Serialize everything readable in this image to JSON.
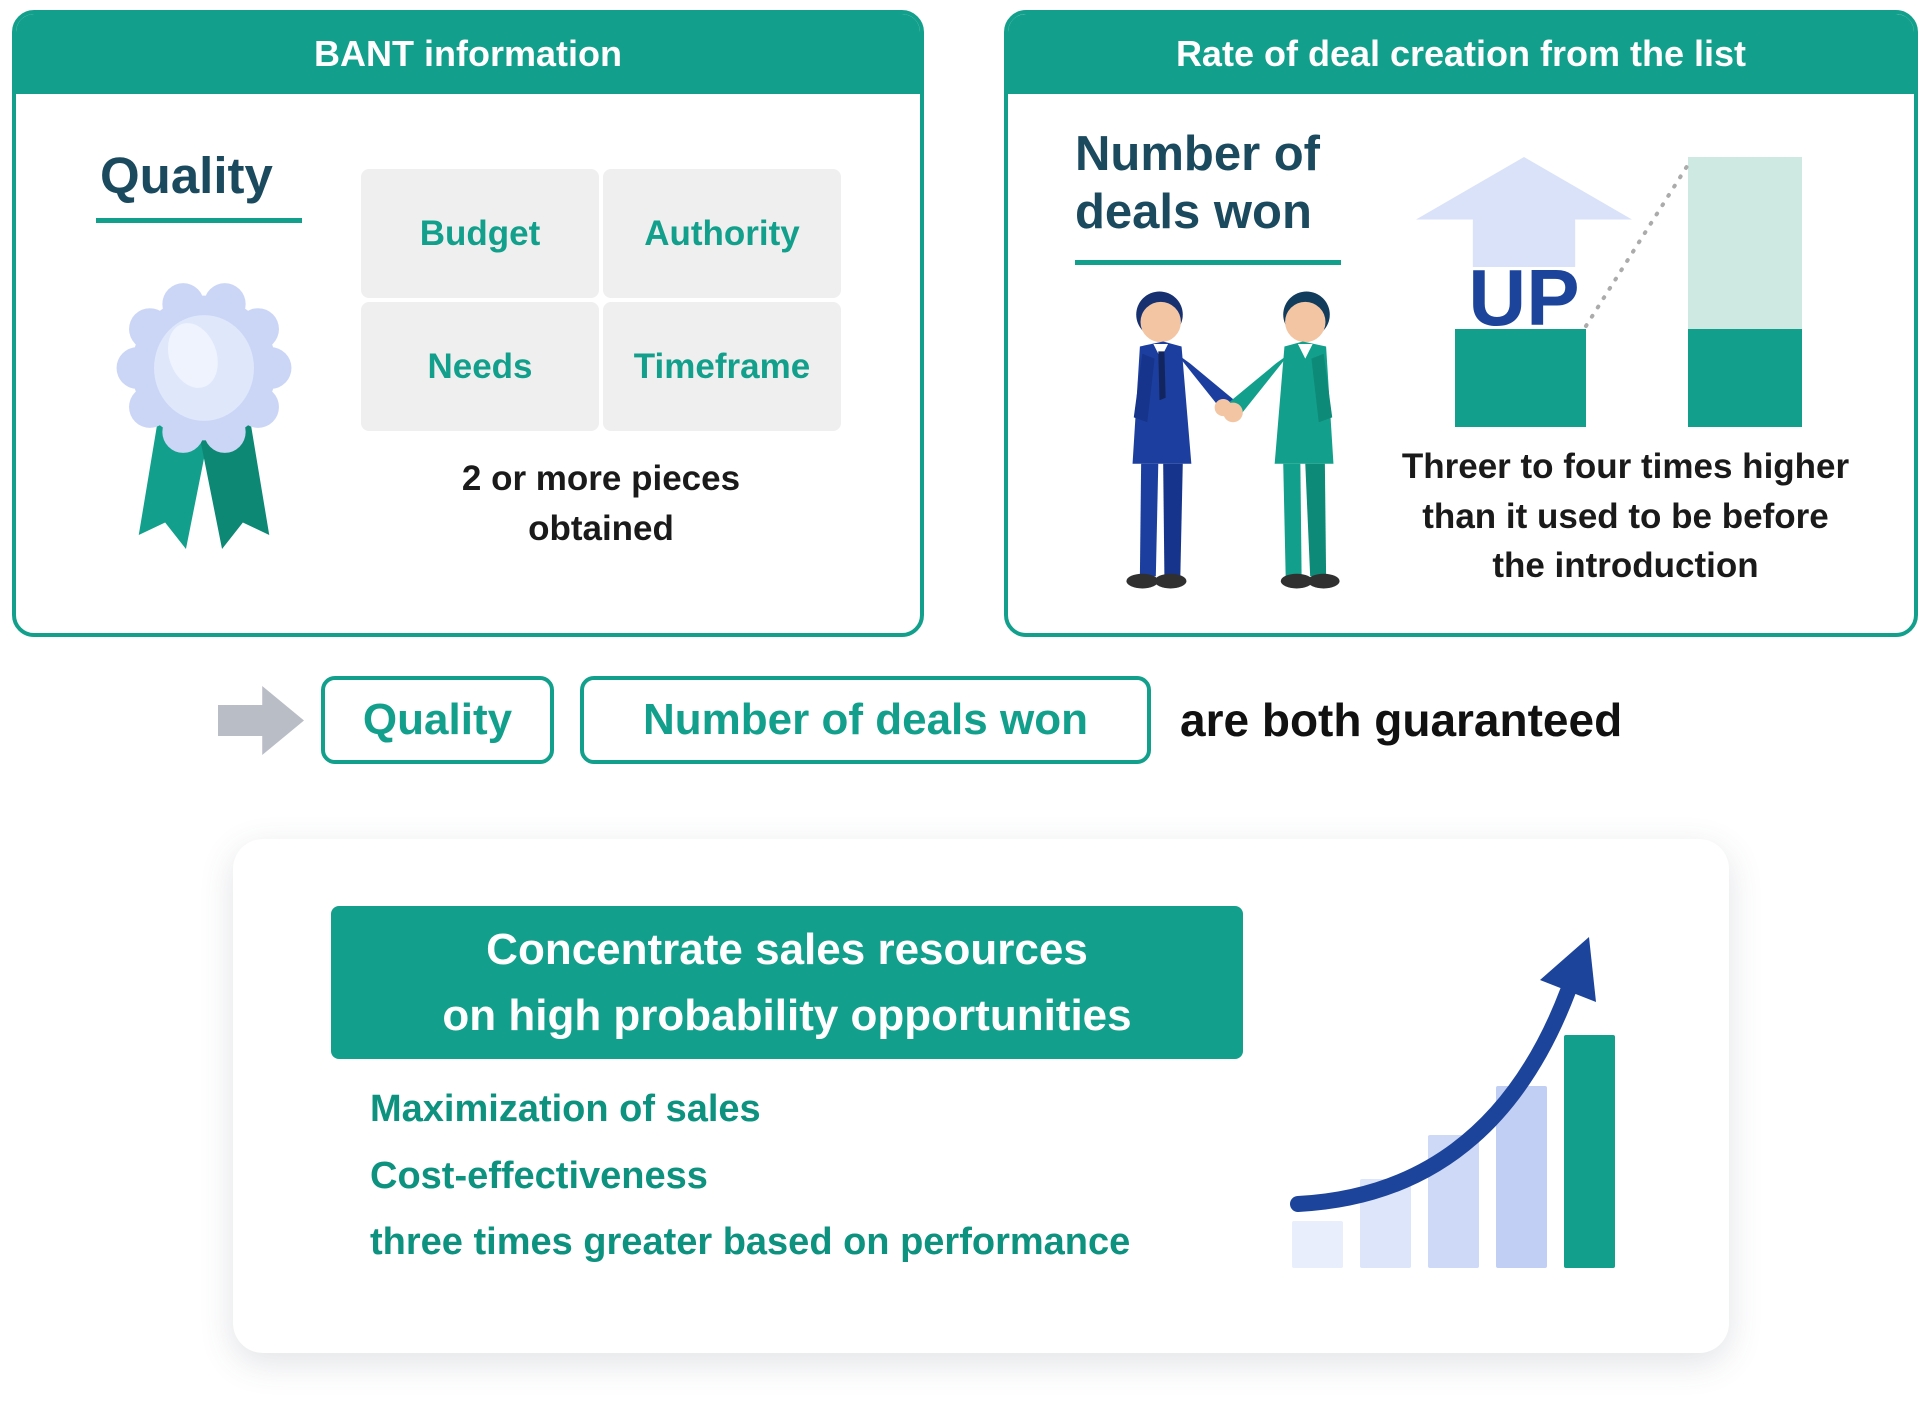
{
  "palette": {
    "teal": "#12A08C",
    "teal_dark": "#0E8A78",
    "teal_text": "#0E9280",
    "navy": "#1D449B",
    "heading_dark": "#1B4A5F",
    "lavender": "#D9E2F8",
    "pale_teal": "#CDE9E2",
    "gray_arrow": "#B9BEC6"
  },
  "bant": {
    "title": "BANT information",
    "quality_heading": "Quality",
    "cells": [
      "Budget",
      "Authority",
      "Needs",
      "Timeframe"
    ],
    "note": "2 or more pieces\nobtained"
  },
  "deal_rate": {
    "title": "Rate of deal creation from the list",
    "heading": "Number of\ndeals won",
    "up_label": "UP",
    "note": "Threer to four times higher\nthan it used to be before\nthe introduction"
  },
  "summary": {
    "chip_quality": "Quality",
    "chip_deals": "Number of deals won",
    "tail": "are both guaranteed"
  },
  "benefit": {
    "banner": "Concentrate sales resources\non high probability opportunities",
    "points": [
      "Maximization of sales",
      "Cost-effectiveness",
      "three times greater based on performance"
    ],
    "chart": {
      "type": "bar",
      "purpose": "decorative growth bars, left to right ascending",
      "values_percent": [
        20,
        38,
        57,
        78,
        100
      ],
      "colors": [
        "#E9EEFC",
        "#DDE5FA",
        "#CDD9F7",
        "#C2CFF5",
        "#12A08C"
      ]
    }
  }
}
